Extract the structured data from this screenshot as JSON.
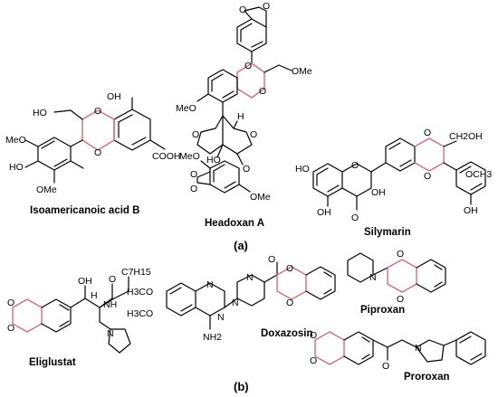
{
  "panels": {
    "a": "(a)",
    "b": "(b)"
  },
  "compounds": {
    "isoamericanoic_acid_b": "Isoamericanoic acid B",
    "headoxan_a": "Headoxan A",
    "silymarin": "Silymarin",
    "eliglustat": "Eliglustat",
    "doxazosin": "Doxazosin",
    "piproxan": "Piproxan",
    "proroxan": "Proroxan"
  },
  "labels": {
    "iso_oh": "OH",
    "iso_ho": "HO",
    "iso_meo": "MeO",
    "iso_ho2": "HO",
    "iso_ome": "OMe",
    "iso_cooh": "COOH",
    "iso_o1": "O",
    "iso_o2": "O",
    "hx_o_top1": "O",
    "hx_o_top2": "O",
    "hx_ome": "OMe",
    "hx_o1": "O",
    "hx_o2": "O",
    "hx_meo": "MeO",
    "hx_h": "H",
    "hx_ho": "HO",
    "hx_o3": "O",
    "hx_o4": "O",
    "hx_o5": "O",
    "hx_meo2": "MeO",
    "hx_o6": "O",
    "hx_o7": "O",
    "hx_ome2": "OMe",
    "sil_ho": "HO",
    "sil_o1": "O",
    "sil_oh1": "OH",
    "sil_o2": "O",
    "sil_oh2": "OH",
    "sil_o3": "O",
    "sil_o4": "O",
    "sil_ch2oh": "CH2OH",
    "sil_och3": "OCH3",
    "sil_oh3": "OH",
    "eli_oh": "OH",
    "eli_o_carbonyl": "O",
    "eli_c7h15": "C7H15",
    "eli_nh": "NH",
    "eli_h": "H",
    "eli_n": "N",
    "eli_o1": "O",
    "eli_o2": "O",
    "dox_o_carbonyl": "O",
    "dox_n1": "N",
    "dox_n2": "N",
    "dox_o1": "O",
    "dox_o2": "O",
    "dox_h3co1": "H3CO",
    "dox_h3co2": "H3CO",
    "dox_n3": "N",
    "dox_n4": "N",
    "dox_nh2": "NH2",
    "pip_n": "N",
    "pip_o1": "O",
    "pip_o2": "O",
    "pro_o1": "O",
    "pro_o2": "O",
    "pro_o_carbonyl": "O",
    "pro_n": "N"
  }
}
